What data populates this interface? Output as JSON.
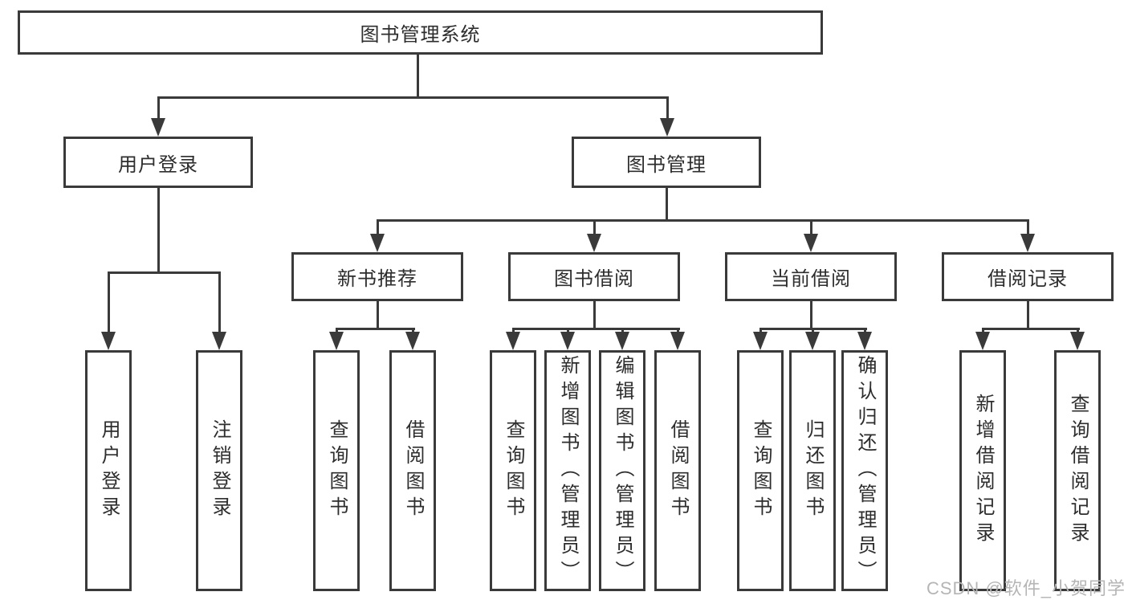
{
  "tree": {
    "label": "图书管理系统",
    "children": [
      {
        "label": "用户登录",
        "children": [
          {
            "label": "用户登录"
          },
          {
            "label": "注销登录"
          }
        ]
      },
      {
        "label": "图书管理",
        "children": [
          {
            "label": "新书推荐",
            "children": [
              {
                "label": "查询图书"
              },
              {
                "label": "借阅图书"
              }
            ]
          },
          {
            "label": "图书借阅",
            "children": [
              {
                "label": "查询图书"
              },
              {
                "label": "新增图书（管理员）"
              },
              {
                "label": "编辑图书（管理员）"
              },
              {
                "label": "借阅图书"
              }
            ]
          },
          {
            "label": "当前借阅",
            "children": [
              {
                "label": "查询图书"
              },
              {
                "label": "归还图书"
              },
              {
                "label": "确认归还（管理员）"
              }
            ]
          },
          {
            "label": "借阅记录",
            "children": [
              {
                "label": "新增借阅记录"
              },
              {
                "label": "查询借阅记录"
              }
            ]
          }
        ]
      }
    ]
  },
  "watermark": {
    "text": "CSDN @软件_小贺同学"
  },
  "colors": {
    "line": "#3a3a3a",
    "box_border": "#3a3a3a",
    "box_fill": "#ffffff",
    "text": "#2d2d2d",
    "watermark": "#b5b5b5",
    "background": "#ffffff"
  }
}
